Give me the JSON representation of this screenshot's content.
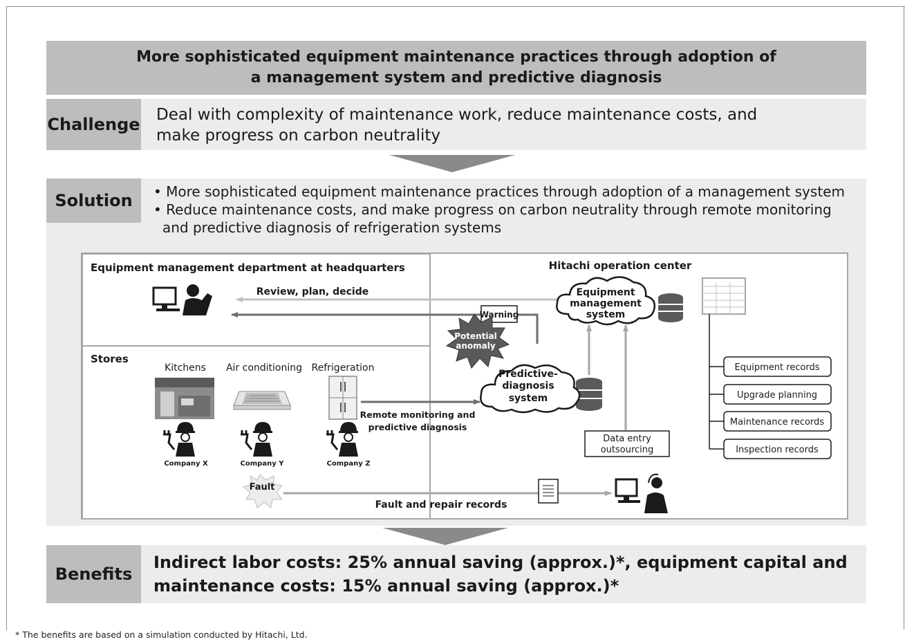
{
  "title": {
    "line1": "More sophisticated equipment maintenance practices through adoption of",
    "line2": "a management system and predictive diagnosis"
  },
  "challenge": {
    "label": "Challenge",
    "line1": "Deal with complexity of maintenance work, reduce maintenance costs, and",
    "line2": "make progress on carbon neutrality"
  },
  "solution": {
    "label": "Solution",
    "bullet1": "• More sophisticated equipment maintenance practices through adoption of a management system",
    "bullet2_line1": "• Reduce maintenance costs, and make progress on carbon neutrality through remote monitoring",
    "bullet2_line2": "and predictive diagnosis of refrigeration systems"
  },
  "diagram": {
    "hq_title": "Equipment management department at headquarters",
    "review_label": "Review, plan, decide",
    "stores_title": "Stores",
    "store_categories": [
      "Kitchens",
      "Air conditioning",
      "Refrigeration"
    ],
    "companies": [
      "Company X",
      "Company Y",
      "Company Z"
    ],
    "center_title": "Hitachi operation center",
    "ems_lines": [
      "Equipment",
      "management",
      "system"
    ],
    "warning": "Warning",
    "anomaly_lines": [
      "Potential",
      "anomaly"
    ],
    "pds_lines": [
      "Predictive-",
      "diagnosis",
      "system"
    ],
    "remote_lines": [
      "Remote monitoring and",
      "predictive diagnosis"
    ],
    "data_entry_lines": [
      "Data entry",
      "outsourcing"
    ],
    "fault": "Fault",
    "fault_repair": "Fault and repair records",
    "records": [
      "Equipment records",
      "Upgrade planning",
      "Maintenance records",
      "Inspection records"
    ]
  },
  "benefits": {
    "label": "Benefits",
    "line1": "Indirect labor costs: 25% annual saving (approx.)*, equipment capital and",
    "line2": "maintenance costs: 15% annual saving (approx.)*"
  },
  "footnote": "* The benefits are based on a simulation conducted by Hitachi, Ltd.",
  "colors": {
    "header_gray": "#bdbdbd",
    "band_gray": "#ececec",
    "arrow_gray": "#8a8a8a",
    "line_gray": "#a6a6a6"
  }
}
